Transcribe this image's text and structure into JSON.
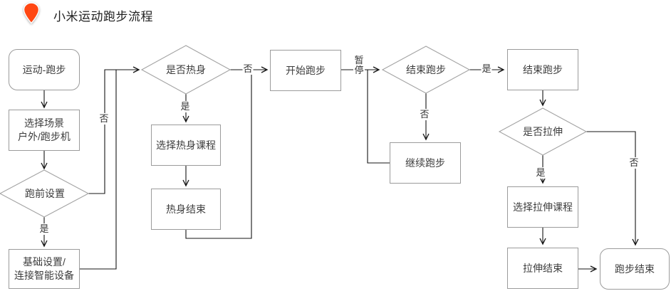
{
  "title": "小米运动跑步流程",
  "header_icon": "location-pin",
  "colors": {
    "pin": "#FF4713",
    "shape_border": "#9b9b9b",
    "diamond_border": "#a3a3a3",
    "connector": "#141414",
    "text": "#3d3d3d",
    "background": "#ffffff"
  },
  "nodes": [
    {
      "id": "start",
      "type": "rounded",
      "lines": [
        "运动-跑步"
      ]
    },
    {
      "id": "scene",
      "type": "rect",
      "lines": [
        "选择场景",
        "户外/跑步机"
      ]
    },
    {
      "id": "pre-setting",
      "type": "diamond",
      "lines": [
        "跑前设置"
      ]
    },
    {
      "id": "basic-setting",
      "type": "rect",
      "lines": [
        "基础设置/",
        "连接智能设备"
      ]
    },
    {
      "id": "warmup-q",
      "type": "diamond",
      "lines": [
        "是否热身"
      ]
    },
    {
      "id": "warmup-course",
      "type": "rect",
      "lines": [
        "选择热身课程"
      ]
    },
    {
      "id": "warmup-end",
      "type": "rect",
      "lines": [
        "热身结束"
      ]
    },
    {
      "id": "run-start",
      "type": "rect",
      "lines": [
        "开始跑步"
      ]
    },
    {
      "id": "end-q",
      "type": "diamond",
      "lines": [
        "结束跑步"
      ]
    },
    {
      "id": "continue-run",
      "type": "rect",
      "lines": [
        "继续跑步"
      ]
    },
    {
      "id": "run-end",
      "type": "rect",
      "lines": [
        "结束跑步"
      ]
    },
    {
      "id": "stretch-q",
      "type": "diamond",
      "lines": [
        "是否拉伸"
      ]
    },
    {
      "id": "stretch-course",
      "type": "rect",
      "lines": [
        "选择拉伸课程"
      ]
    },
    {
      "id": "stretch-end",
      "type": "rect",
      "lines": [
        "拉伸结束"
      ]
    },
    {
      "id": "finish",
      "type": "rounded",
      "lines": [
        "跑步结束"
      ]
    }
  ],
  "edges": [
    {
      "from": "start",
      "to": "scene",
      "label": ""
    },
    {
      "from": "scene",
      "to": "pre-setting",
      "label": ""
    },
    {
      "from": "pre-setting",
      "to": "basic-setting",
      "label": "是"
    },
    {
      "from": "pre-setting",
      "to": "warmup-q",
      "label": "否"
    },
    {
      "from": "basic-setting",
      "to": "warmup-q",
      "label": ""
    },
    {
      "from": "warmup-q",
      "to": "warmup-course",
      "label": "是"
    },
    {
      "from": "warmup-q",
      "to": "run-start",
      "label": "否"
    },
    {
      "from": "warmup-course",
      "to": "warmup-end",
      "label": ""
    },
    {
      "from": "warmup-end",
      "to": "run-start",
      "label": ""
    },
    {
      "from": "run-start",
      "to": "end-q",
      "label": "暂停"
    },
    {
      "from": "end-q",
      "to": "continue-run",
      "label": "否"
    },
    {
      "from": "continue-run",
      "to": "end-q",
      "label": ""
    },
    {
      "from": "end-q",
      "to": "run-end",
      "label": "是"
    },
    {
      "from": "run-end",
      "to": "stretch-q",
      "label": ""
    },
    {
      "from": "stretch-q",
      "to": "stretch-course",
      "label": "是"
    },
    {
      "from": "stretch-q",
      "to": "finish",
      "label": "否"
    },
    {
      "from": "stretch-course",
      "to": "stretch-end",
      "label": ""
    },
    {
      "from": "stretch-end",
      "to": "finish",
      "label": ""
    }
  ]
}
